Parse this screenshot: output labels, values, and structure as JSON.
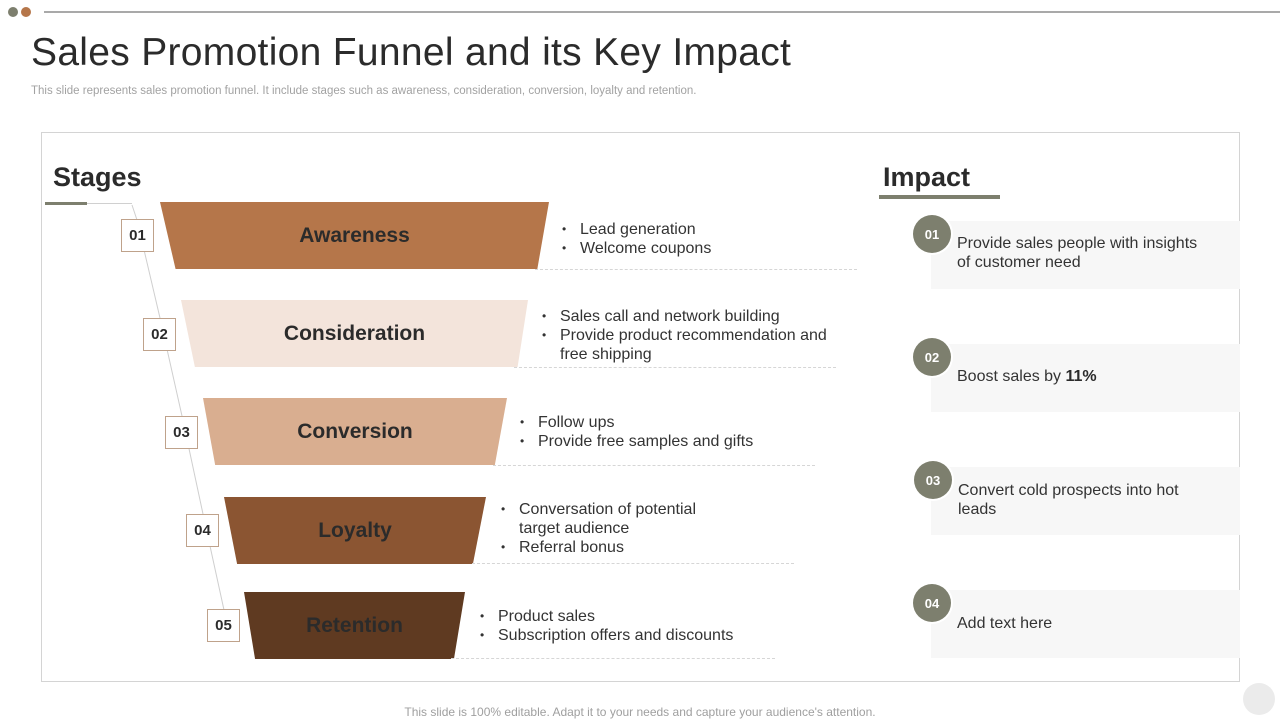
{
  "slide": {
    "title": "Sales Promotion Funnel and its Key Impact",
    "subtitle": "This slide represents sales promotion funnel. It include stages such as awareness, consideration, conversion, loyalty and retention.",
    "footer": "This slide is 100% editable. Adapt it to your needs and capture your audience's attention."
  },
  "colors": {
    "accent": "#7d7f6e",
    "stage_awareness": "#b5764a",
    "stage_consideration": "#f3e4db",
    "stage_conversion": "#d9ae90",
    "stage_loyalty": "#8b5532",
    "stage_retention": "#5f3a21"
  },
  "stages": {
    "heading": "Stages",
    "items": [
      {
        "number": "01",
        "label": "Awareness",
        "bullets": [
          "Lead generation",
          "Welcome coupons"
        ]
      },
      {
        "number": "02",
        "label": "Consideration",
        "bullets": [
          "Sales call and network building",
          "Provide product recommendation and free shipping"
        ]
      },
      {
        "number": "03",
        "label": "Conversion",
        "bullets": [
          "Follow ups",
          "Provide free samples and gifts"
        ]
      },
      {
        "number": "04",
        "label": "Loyalty",
        "bullets": [
          "Conversation of potential target audience",
          "Referral bonus"
        ]
      },
      {
        "number": "05",
        "label": "Retention",
        "bullets": [
          "Product sales",
          "Subscription offers and discounts"
        ]
      }
    ]
  },
  "impact": {
    "heading": "Impact",
    "items": [
      {
        "number": "01",
        "text": "Provide sales people with insights of customer need"
      },
      {
        "number": "02",
        "text_before": "Boost sales by ",
        "text_bold": "11%"
      },
      {
        "number": "03",
        "text": "Convert cold prospects into hot leads"
      },
      {
        "number": "04",
        "text": "Add text here"
      }
    ]
  }
}
